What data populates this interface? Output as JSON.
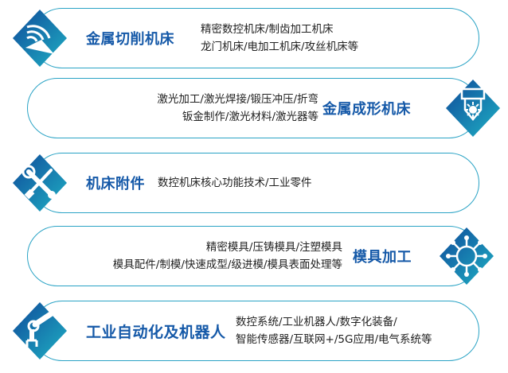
{
  "rows": [
    {
      "title": "金属切削机床",
      "lines": [
        "精密数控机床/制齿加工机床",
        "龙门机床/电加工机床/攻丝机床等"
      ],
      "icon": "cutting-tool-icon"
    },
    {
      "title": "金属成形机床",
      "lines": [
        "激光加工/激光焊接/锻压冲压/折弯",
        "钣金制作/激光材料/激光器等"
      ],
      "icon": "laser-head-icon"
    },
    {
      "title": "机床附件",
      "lines": [
        "数控机床核心功能技术/工业零件"
      ],
      "icon": "wrench-screwdriver-icon"
    },
    {
      "title": "模具加工",
      "lines": [
        "精密模具/压铸模具/注塑模具",
        "模具配件/制模/快速成型/级进模/模具表面处理等"
      ],
      "icon": "mold-gear-icon"
    },
    {
      "title": "工业自动化及机器人",
      "lines": [
        "数控系统/工业机器人/数字化装备/",
        "智能传感器/互联网+/5G应用/电气系统等"
      ],
      "icon": "robot-arm-icon"
    }
  ],
  "colors": {
    "border": "#2aa3c5",
    "title": "#1559a8",
    "badge_dark": "#0f4a9a",
    "badge_light": "#1ea7c2"
  }
}
